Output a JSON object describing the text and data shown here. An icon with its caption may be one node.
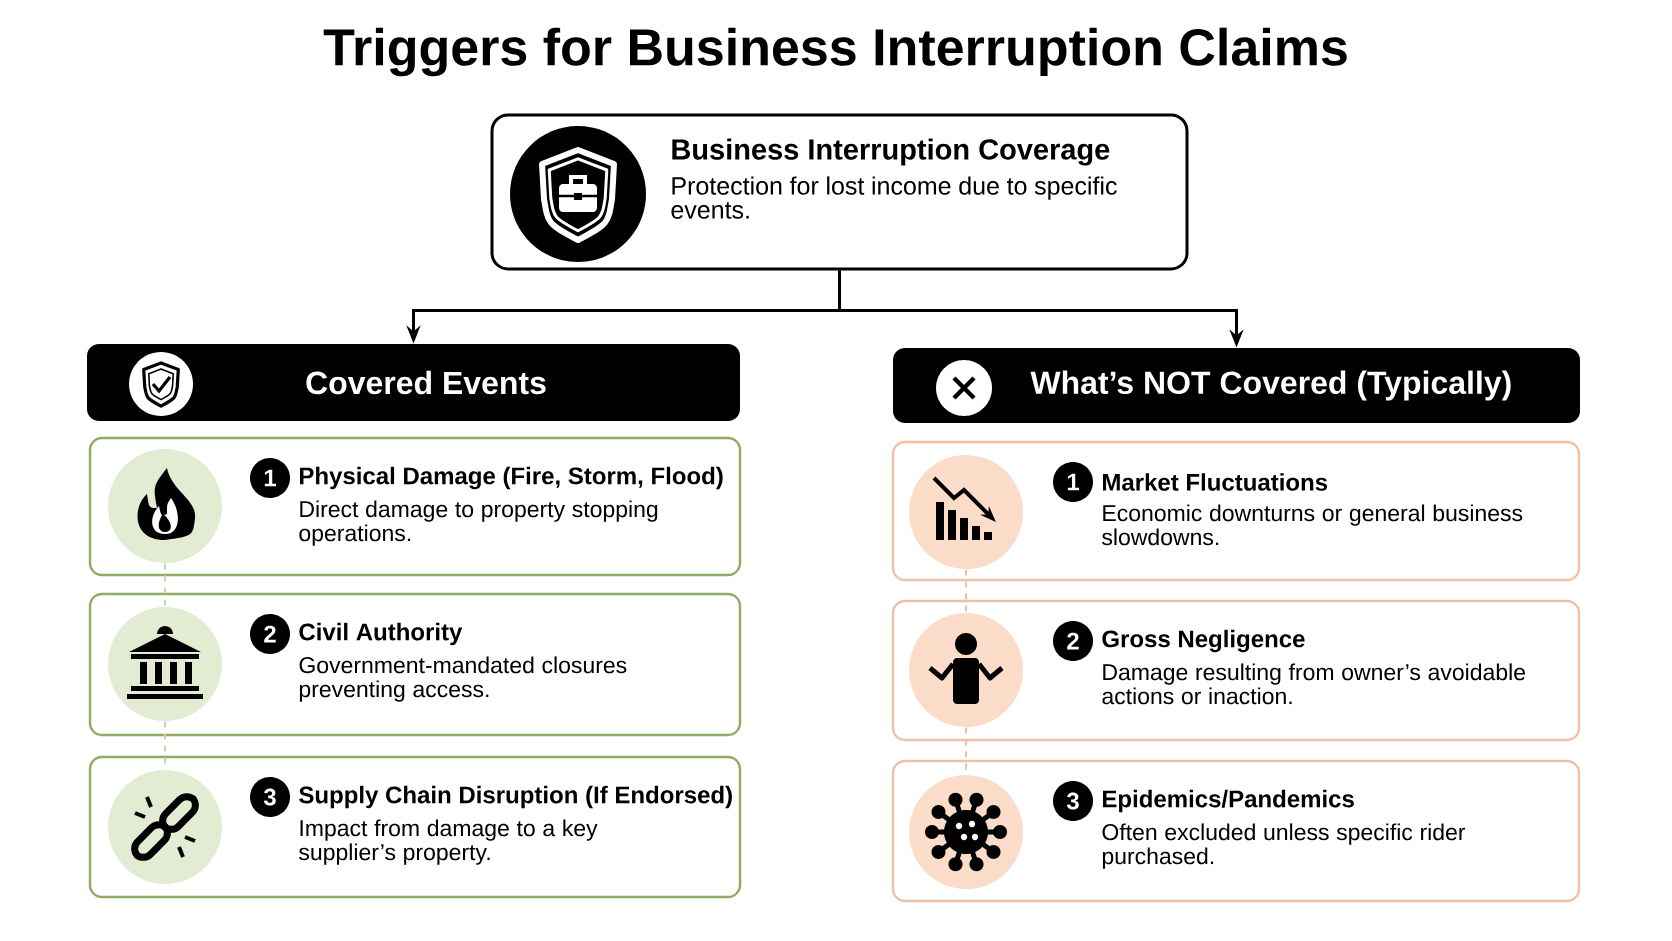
{
  "diagram": {
    "title": "Triggers for Business Interruption Claims",
    "nodes": [
      {
        "text": [
          "Business Interruption Coverage",
          "Protection for lost income due to specific events."
        ]
      },
      {
        "text": [
          "Covered Events"
        ]
      },
      {
        "text": [
          "What’s NOT Covered (Typically)"
        ]
      },
      {
        "text": [
          "1",
          "Physical Damage (Fire, Storm, Flood)",
          "Direct damage to property stopping operations."
        ]
      },
      {
        "text": [],
        "shape": "circle",
        "in": 3
      },
      {
        "text": [
          "2",
          "Civil Authority",
          "Government-mandated closures preventing access."
        ]
      },
      {
        "text": [],
        "shape": "circle",
        "in": 5
      },
      {
        "text": [
          "3",
          "Supply Chain Disruption (If Endorsed)",
          "Impact from damage to a key supplier’s property."
        ]
      },
      {
        "text": [],
        "shape": "circle",
        "in": 7
      },
      {
        "text": [
          "1",
          "Market Fluctuations",
          "Economic downturns or general business slowdowns."
        ]
      },
      {
        "text": [],
        "shape": "circle",
        "in": 9
      },
      {
        "text": [
          "2",
          "Gross Negligence",
          "Damage resulting from owner’s avoidable actions or inaction."
        ]
      },
      {
        "text": [],
        "shape": "circle",
        "in": 11
      },
      {
        "text": [
          "3",
          "Epidemics/Pandemics",
          "Often excluded unless specific rider purchased."
        ]
      },
      {
        "text": [],
        "shape": "circle",
        "in": 13
      }
    ],
    "edges": [
      {
        "from": 0,
        "to": 1,
        "arrow": "to"
      },
      {
        "from": 0,
        "to": 2,
        "arrow": "to"
      },
      {
        "from": 4,
        "to": 6,
        "arrow": "none",
        "style": "dashed",
        "color": "#c9d6ad"
      },
      {
        "from": 6,
        "to": 8,
        "arrow": "none",
        "style": "dashed",
        "color": "#c9d6ad"
      },
      {
        "from": 10,
        "to": 12,
        "arrow": "none",
        "style": "dashed",
        "color": "#f2bfa0"
      },
      {
        "from": 12,
        "to": 14,
        "arrow": "none",
        "style": "dashed",
        "color": "#f2bfa0"
      }
    ]
  }
}
